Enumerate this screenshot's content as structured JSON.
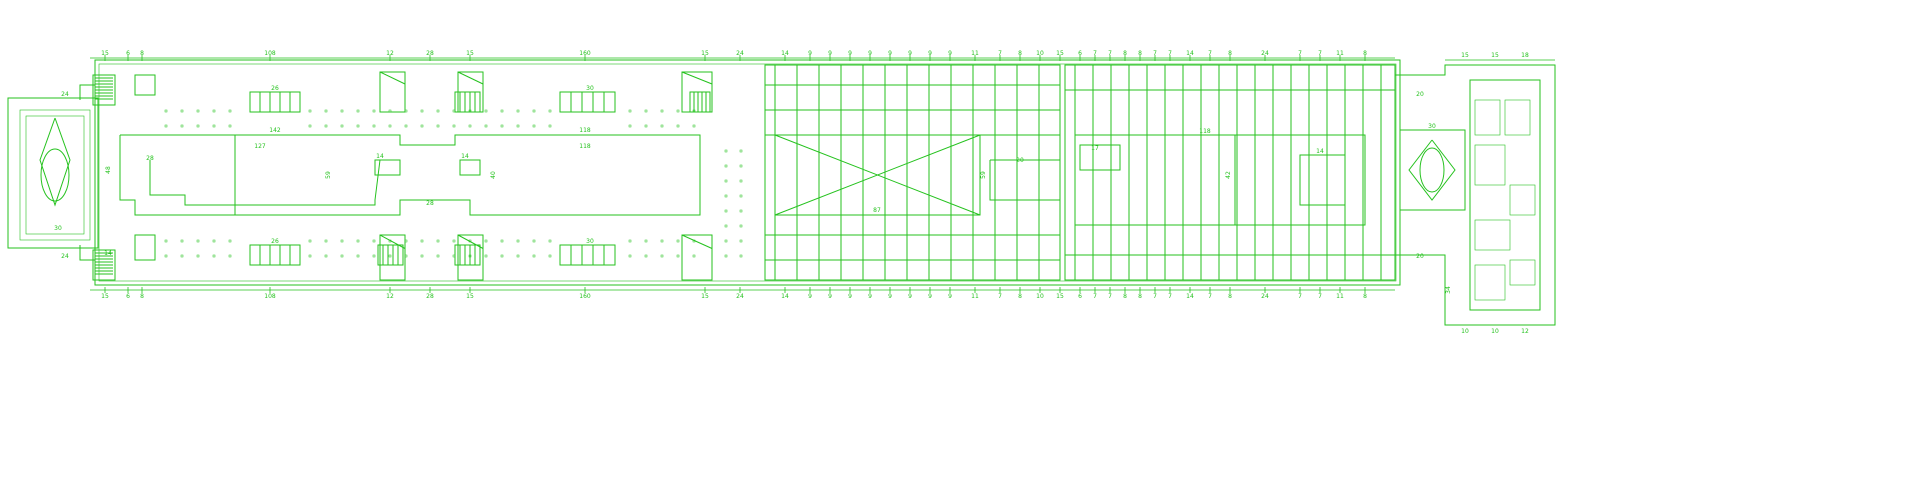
{
  "colors": {
    "line": "#25c21e",
    "background": "#ffffff"
  },
  "dimensions": {
    "top": [
      "15",
      "6",
      "8",
      "108",
      "12",
      "28",
      "15",
      "160",
      "15",
      "24",
      "14",
      "9",
      "9",
      "9",
      "9",
      "9",
      "9",
      "9",
      "9",
      "11",
      "7",
      "8",
      "10",
      "15",
      "6",
      "7",
      "7",
      "8",
      "8",
      "7",
      "7",
      "14",
      "7",
      "8",
      "24",
      "7",
      "7",
      "11",
      "8"
    ],
    "bottom": [
      "15",
      "6",
      "8",
      "108",
      "12",
      "28",
      "15",
      "160",
      "15",
      "24",
      "14",
      "9",
      "9",
      "9",
      "9",
      "9",
      "9",
      "9",
      "9",
      "11",
      "7",
      "8",
      "10",
      "15",
      "6",
      "7",
      "7",
      "8",
      "8",
      "7",
      "7",
      "14",
      "7",
      "8",
      "24",
      "7",
      "7",
      "11",
      "8"
    ],
    "right_top": [
      "15",
      "15",
      "18"
    ],
    "right_bottom": [
      "10",
      "10",
      "12"
    ],
    "inner": {
      "upper_left": "142",
      "upper_right": "118",
      "mid_left": "127",
      "mid_right": "118",
      "left_bay": "28",
      "notch_left": "14",
      "notch_right": "14",
      "gap": "28",
      "void_width": "87",
      "void_height": "59",
      "east_concourse": "118",
      "east_notch": "20",
      "east_small": "17",
      "east_small2": "14",
      "left_stair_a": "26",
      "left_stair_b": "26",
      "stair_upper_a": "26",
      "stair_upper_b": "30",
      "stair_lower_a": "26",
      "stair_lower_b": "30",
      "west_core": "30",
      "east_core": "30",
      "west_entry": "24",
      "west_entry2": "24",
      "east_entry": "20",
      "east_entry2": "20",
      "side_a": "14",
      "side_b": "48",
      "side_c": "59",
      "side_d": "40",
      "side_e": "42",
      "side_f": "34"
    }
  }
}
